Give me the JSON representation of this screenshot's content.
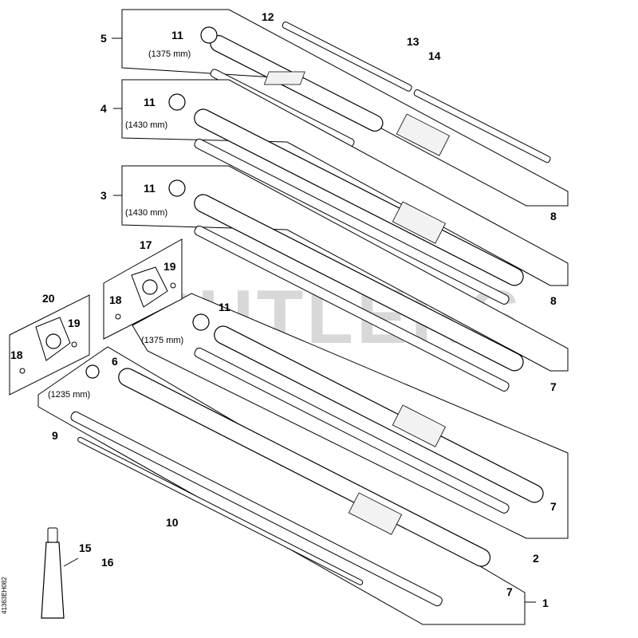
{
  "watermark": "CUTLERS",
  "callouts": {
    "c1": "1",
    "c2": "2",
    "c3": "3",
    "c4": "4",
    "c5": "5",
    "c6": "6",
    "c7a": "7",
    "c7b": "7",
    "c7c": "7",
    "c8a": "8",
    "c8b": "8",
    "c9": "9",
    "c10": "10",
    "c11a": "11",
    "c11b": "11",
    "c11c": "11",
    "c11d": "11",
    "c12": "12",
    "c13": "13",
    "c14": "14",
    "c15": "15",
    "c16": "16",
    "c17": "17",
    "c18a": "18",
    "c18b": "18",
    "c19a": "19",
    "c19b": "19",
    "c20": "20"
  },
  "dimensions": {
    "len5": "(1375 mm)",
    "len4": "(1430 mm)",
    "len3": "(1430 mm)",
    "len2": "(1375 mm)",
    "len1": "(1235 mm)"
  },
  "drawing_code": "41363EH082"
}
